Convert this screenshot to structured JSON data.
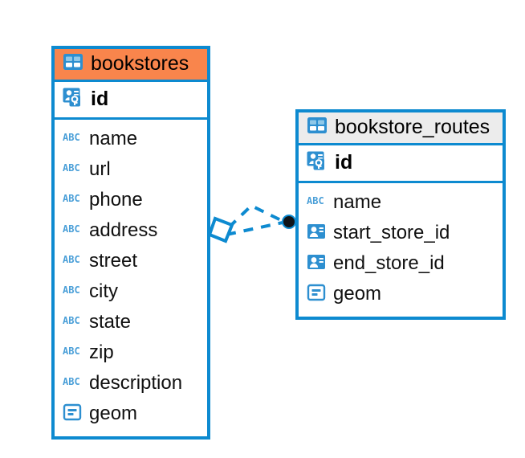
{
  "diagram": {
    "kind": "entity-relationship-diagram",
    "background": "#ffffff",
    "accent_blue": "#0d8ad0",
    "accent_orange": "#f9854c",
    "accent_gray": "#ececec",
    "type_icon_blue": "#4a9fd8"
  },
  "tables": [
    {
      "name": "bookstores",
      "header_icon": "table-icon",
      "header_color": "#f9854c",
      "primary_key": {
        "label": "id",
        "icon": "primary-key-icon"
      },
      "columns": [
        {
          "label": "name",
          "icon": "text-type-icon"
        },
        {
          "label": "url",
          "icon": "text-type-icon"
        },
        {
          "label": "phone",
          "icon": "text-type-icon"
        },
        {
          "label": "address",
          "icon": "text-type-icon"
        },
        {
          "label": "street",
          "icon": "text-type-icon"
        },
        {
          "label": "city",
          "icon": "text-type-icon"
        },
        {
          "label": "state",
          "icon": "text-type-icon"
        },
        {
          "label": "zip",
          "icon": "text-type-icon"
        },
        {
          "label": "description",
          "icon": "text-type-icon"
        },
        {
          "label": "geom",
          "icon": "geometry-type-icon"
        }
      ]
    },
    {
      "name": "bookstore_routes",
      "header_icon": "table-icon",
      "header_color": "#ececec",
      "primary_key": {
        "label": "id",
        "icon": "primary-key-icon"
      },
      "columns": [
        {
          "label": "name",
          "icon": "text-type-icon"
        },
        {
          "label": "start_store_id",
          "icon": "foreign-key-icon"
        },
        {
          "label": "end_store_id",
          "icon": "foreign-key-icon"
        },
        {
          "label": "geom",
          "icon": "geometry-type-icon"
        }
      ]
    }
  ],
  "relationship": {
    "source_table": "bookstores",
    "target_table": "bookstore_routes",
    "source_endpoint": "diamond-endpoint",
    "target_endpoint": "filled-circle-endpoint",
    "line_style": "dashed",
    "line_color": "#0d8ad0"
  }
}
